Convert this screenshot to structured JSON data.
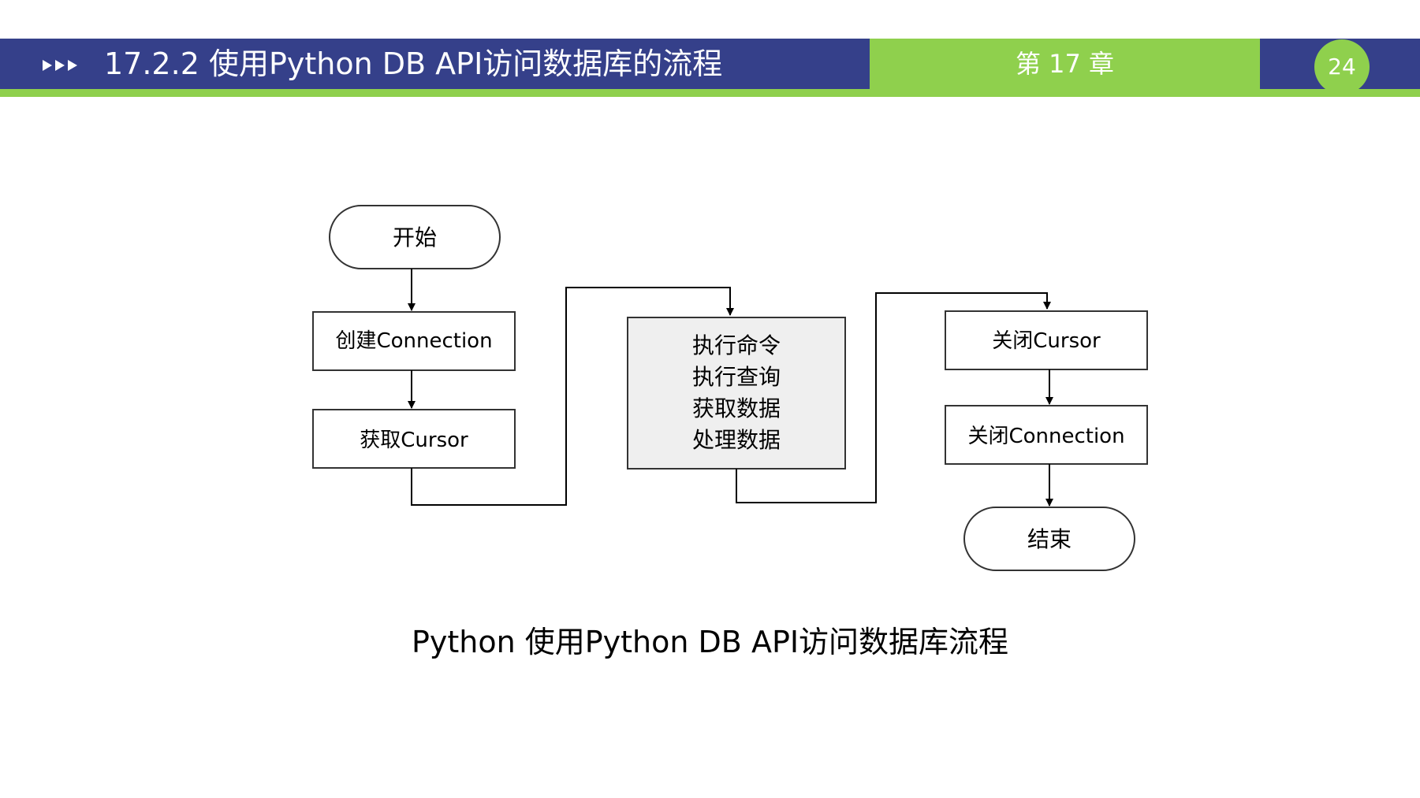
{
  "header": {
    "section_title": "17.2.2  使用Python DB API访问数据库的流程",
    "chapter_label": "第 17 章",
    "page_number": "24"
  },
  "flowchart": {
    "start_label": "开始",
    "create_connection_label": "创建Connection",
    "get_cursor_label": "获取Cursor",
    "process_lines": [
      "执行命令",
      "执行查询",
      "获取数据",
      "处理数据"
    ],
    "close_cursor_label": "关闭Cursor",
    "close_connection_label": "关闭Connection",
    "end_label": "结束"
  },
  "caption": "Python 使用Python DB API访问数据库流程",
  "colors": {
    "header_blue": "#35408a",
    "header_green": "#8fd04d",
    "process_fill": "#efefef"
  }
}
